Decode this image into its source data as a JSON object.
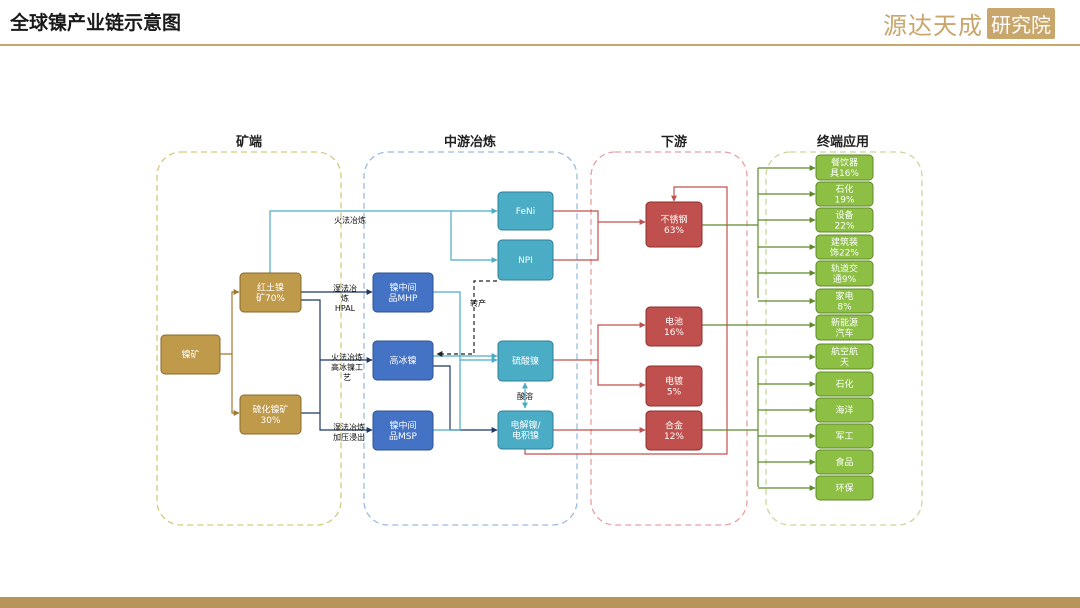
{
  "header": {
    "title": "全球镍产业链示意图",
    "logo_main": "源达天成",
    "logo_box": "研究院"
  },
  "sections": {
    "mine": "矿端",
    "smelt": "中游冶炼",
    "down": "下游",
    "end": "终端应用"
  },
  "nodes": {
    "ore": [
      "镍矿"
    ],
    "laterite": [
      "红土镍",
      "矿70%"
    ],
    "sulfide": [
      "硫化镍矿",
      "30%"
    ],
    "mhp": [
      "镍中间",
      "品MHP"
    ],
    "matte": [
      "高冰镍"
    ],
    "msp": [
      "镍中间",
      "品MSP"
    ],
    "feni": [
      "FeNi"
    ],
    "npi": [
      "NPI"
    ],
    "sulfate": [
      "硫酸镍"
    ],
    "electro": [
      "电解镍/",
      "电积镍"
    ],
    "steel": [
      "不锈钢",
      "63%"
    ],
    "battery": [
      "电池",
      "16%"
    ],
    "plating": [
      "电镀",
      "5%"
    ],
    "alloy": [
      "合金",
      "12%"
    ],
    "tableware": [
      "餐饮器",
      "具16%"
    ],
    "petro1": [
      "石化",
      "19%"
    ],
    "equip": [
      "设备",
      "22%"
    ],
    "build": [
      "建筑装",
      "饰22%"
    ],
    "rail": [
      "轨道交",
      "通9%"
    ],
    "appliance": [
      "家电",
      "8%"
    ],
    "nev": [
      "新能源",
      "汽车"
    ],
    "aero": [
      "航空航",
      "天"
    ],
    "petro2": [
      "石化"
    ],
    "marine": [
      "海洋"
    ],
    "military": [
      "军工"
    ],
    "food": [
      "食品"
    ],
    "env": [
      "环保"
    ]
  },
  "edge_labels": {
    "fire": [
      "火法冶炼"
    ],
    "wet_hpal": [
      "湿法冶",
      "炼",
      "HPAL"
    ],
    "fire_matte": [
      "火法冶炼",
      "高冰镍工",
      "艺"
    ],
    "wet_leach": [
      "湿法冶炼",
      "加压浸出"
    ],
    "convert": [
      "转产"
    ],
    "acid": [
      "酸溶"
    ]
  },
  "colors": {
    "gold": "#bf9a4a",
    "gold_border": "#8a6a2a",
    "blue": "#4472c4",
    "blue_border": "#2f528f",
    "teal": "#4bacc6",
    "teal_border": "#2f7f95",
    "red": "#c0504d",
    "red_border": "#8c2f2c",
    "green": "#8cbf44",
    "green_border": "#5e8a2a"
  }
}
